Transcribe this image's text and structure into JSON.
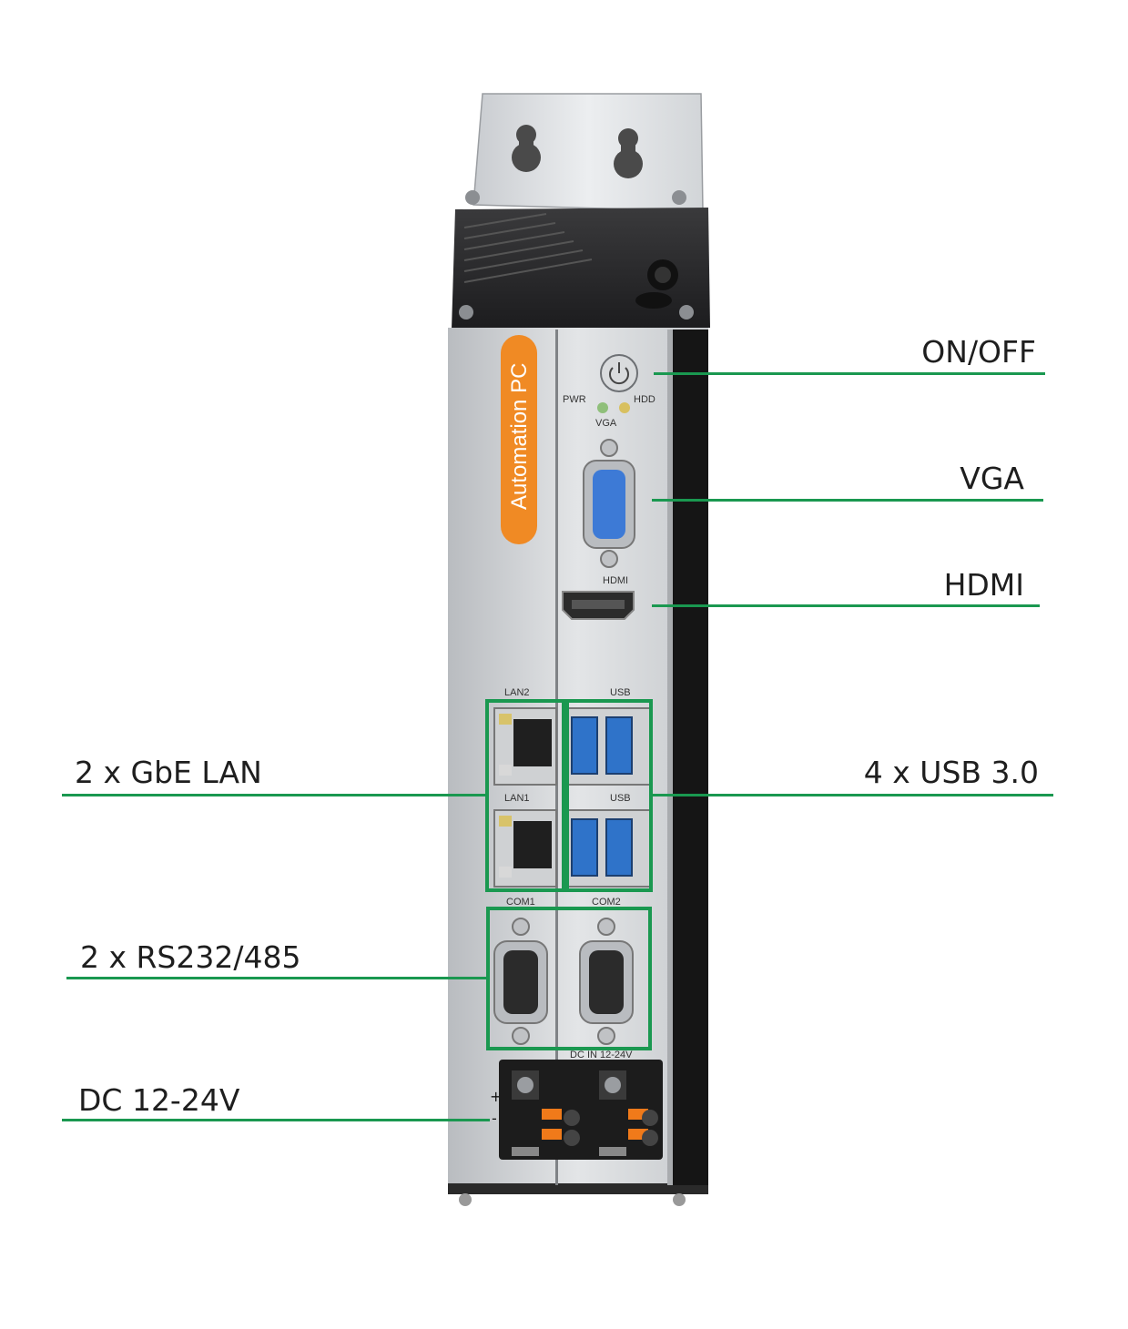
{
  "device": {
    "brand_label": "Automation PC",
    "panel_labels": {
      "pwr": "PWR",
      "hdd": "HDD",
      "vga": "VGA",
      "hdmi": "HDMI",
      "lan2": "LAN2",
      "lan1": "LAN1",
      "usb_top": "USB",
      "usb_bottom": "USB",
      "com1": "COM1",
      "com2": "COM2",
      "dc_in": "DC IN 12-24V",
      "plus": "+",
      "minus": "-"
    }
  },
  "callouts": {
    "on_off": "ON/OFF",
    "vga": "VGA",
    "hdmi": "HDMI",
    "gbe_lan": "2 x GbE LAN",
    "usb": "4 x USB 3.0",
    "rs232": "2 x RS232/485",
    "dc": "DC 12-24V"
  },
  "colors": {
    "callout_green": "#1a9850",
    "brand_orange": "#f08a24",
    "vga_blue": "#3d7ad6",
    "usb_blue": "#2f73c9"
  }
}
